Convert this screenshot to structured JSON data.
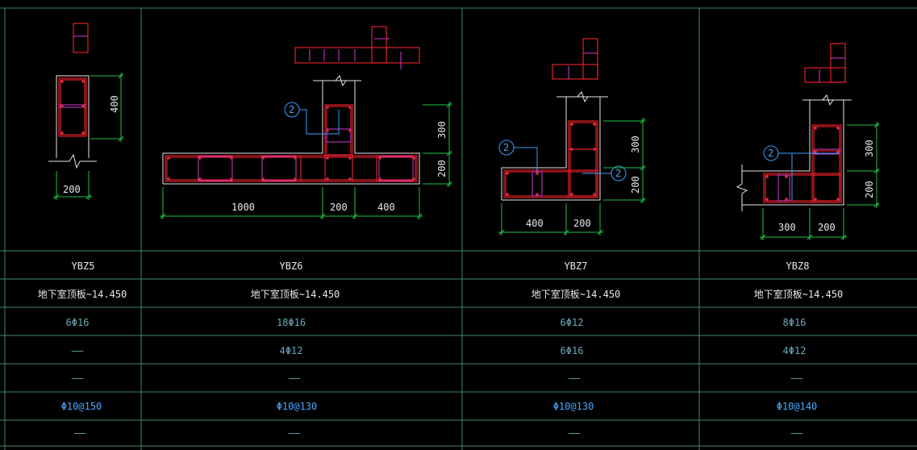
{
  "columns": [
    {
      "id": "ybz5",
      "name": "YBZ5",
      "elevation": "地下室顶板~14.450",
      "longitudinal": "6Φ16",
      "extra_a": "——",
      "extra_b": "——",
      "stirrup": "Φ10@150",
      "last": "——"
    },
    {
      "id": "ybz6",
      "name": "YBZ6",
      "elevation": "地下室顶板~14.450",
      "longitudinal": "18Φ16",
      "extra_a": "4Φ12",
      "extra_b": "——",
      "stirrup": "Φ10@130",
      "last": "——"
    },
    {
      "id": "ybz7",
      "name": "YBZ7",
      "elevation": "地下室顶板~14.450",
      "longitudinal": "6Φ12",
      "extra_a": "6Φ16",
      "extra_b": "——",
      "stirrup": "Φ10@130",
      "last": "——"
    },
    {
      "id": "ybz8",
      "name": "YBZ8",
      "elevation": "地下室顶板~14.450",
      "longitudinal": "8Φ16",
      "extra_a": "4Φ12",
      "extra_b": "——",
      "stirrup": "Φ10@140",
      "last": "——"
    }
  ],
  "dimensions": {
    "ybz5": {
      "height": "400",
      "width": "200"
    },
    "ybz6": {
      "d1000": "1000",
      "d200": "200",
      "d400": "400",
      "v300": "300",
      "v200": "200",
      "tag": "2"
    },
    "ybz7": {
      "d400": "400",
      "d200": "200",
      "v300": "300",
      "v200": "200",
      "tag_left": "2",
      "tag_right": "2"
    },
    "ybz8": {
      "d300": "300",
      "d200": "200",
      "v300": "300",
      "v200": "200",
      "tag": "2"
    }
  },
  "colors": {
    "grid": "#3f8a6a",
    "outline": "#e8e8e8",
    "rebar": "#e0202a",
    "tie": "#d43cd4",
    "leader": "#3aa0ff",
    "dimension": "#22c14a"
  }
}
